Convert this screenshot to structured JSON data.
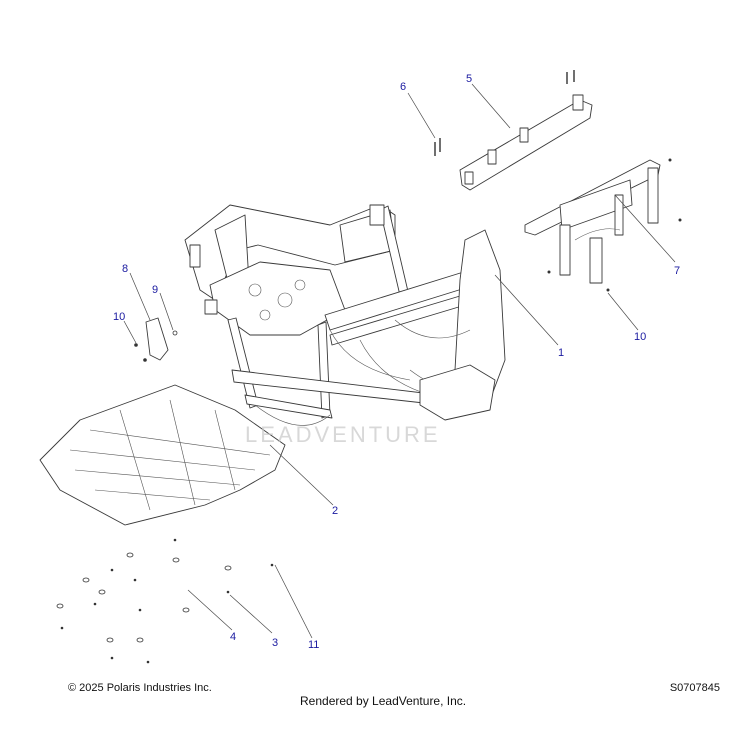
{
  "watermark": "LEADVENTURE",
  "callouts": [
    {
      "id": "1",
      "label": "1"
    },
    {
      "id": "2",
      "label": "2"
    },
    {
      "id": "3",
      "label": "3"
    },
    {
      "id": "4",
      "label": "4"
    },
    {
      "id": "5",
      "label": "5"
    },
    {
      "id": "6",
      "label": "6"
    },
    {
      "id": "7",
      "label": "7"
    },
    {
      "id": "8",
      "label": "8"
    },
    {
      "id": "9",
      "label": "9"
    },
    {
      "id": "10a",
      "label": "10"
    },
    {
      "id": "10b",
      "label": "10"
    },
    {
      "id": "11",
      "label": "11"
    }
  ],
  "footer": {
    "copyright": "© 2025 Polaris Industries Inc.",
    "rendered": "Rendered by LeadVenture, Inc.",
    "doc_id": "S0707845"
  },
  "colors": {
    "callout": "#1a1aa0",
    "line": "#3a3a3a",
    "watermark": "#c8c8c8"
  }
}
